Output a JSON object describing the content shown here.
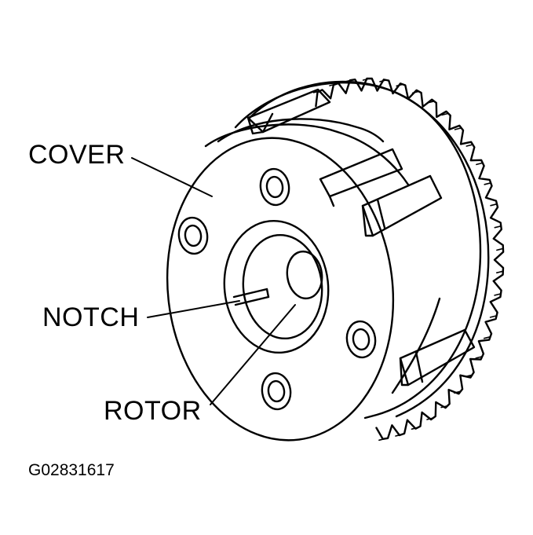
{
  "labels": {
    "cover": "COVER",
    "notch": "NOTCH",
    "rotor": "ROTOR"
  },
  "figure_id": "G02831617",
  "colors": {
    "line": "#000000",
    "background": "#ffffff"
  },
  "parts": [
    "camshaft-sprocket",
    "cover",
    "cover-bolt",
    "rotor",
    "notch",
    "housing-lug"
  ]
}
